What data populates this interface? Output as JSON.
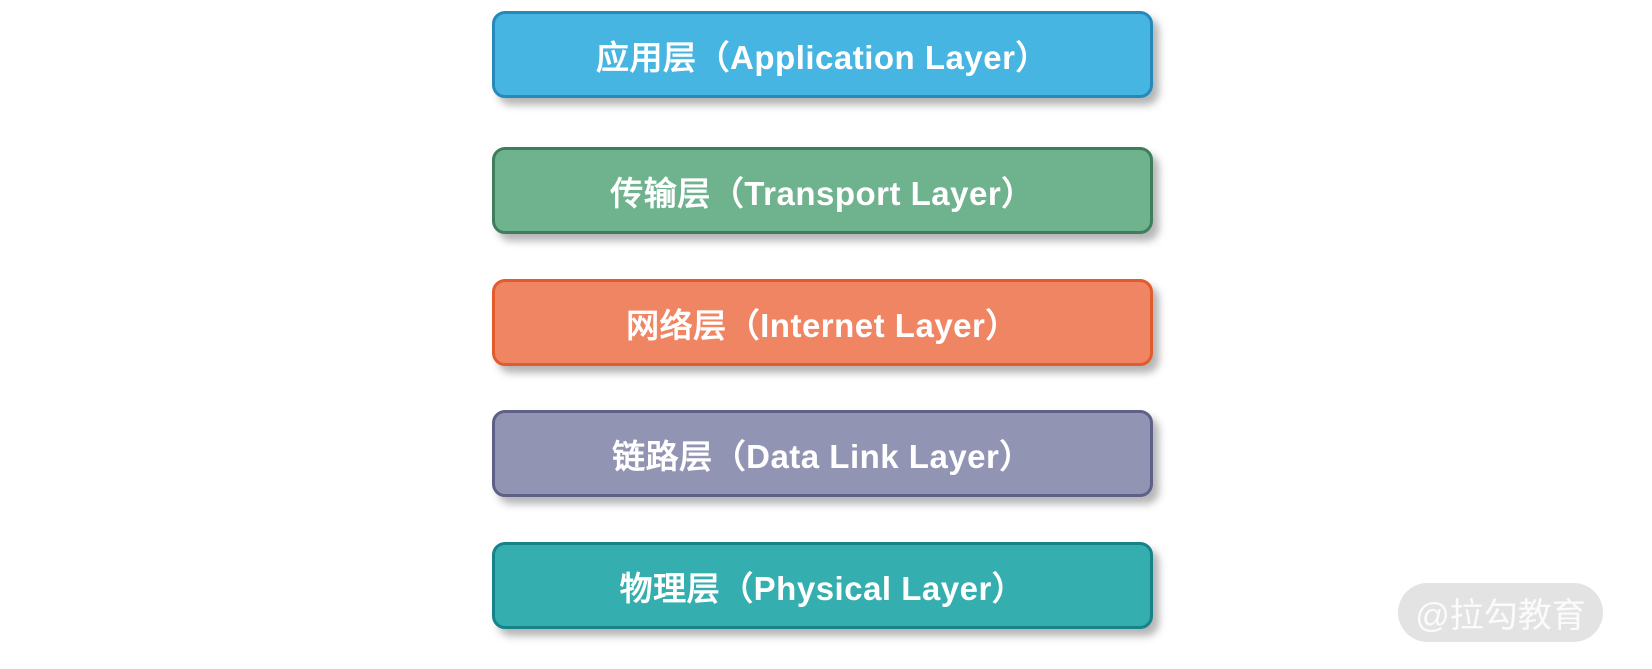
{
  "diagram": {
    "type": "layer-stack",
    "text_color": "#FFFFFF",
    "layers": [
      {
        "id": "application-layer",
        "label": "应用层（Application Layer）",
        "fill": "#47B5E2",
        "border": "#2589BC"
      },
      {
        "id": "transport-layer",
        "label": "传输层（Transport Layer）",
        "fill": "#6FB28E",
        "border": "#3F7E5D"
      },
      {
        "id": "internet-layer",
        "label": "网络层（Internet Layer）",
        "fill": "#F08564",
        "border": "#E25B2C"
      },
      {
        "id": "data-link-layer",
        "label": "链路层（Data Link Layer）",
        "fill": "#9294B4",
        "border": "#5F6088"
      },
      {
        "id": "physical-layer",
        "label": "物理层（Physical Layer）",
        "fill": "#35AEB0",
        "border": "#16828A"
      }
    ]
  },
  "watermark": {
    "label": "@拉勾教育",
    "bg": "#E3E3E3",
    "text_color": "#FBFBFB"
  }
}
